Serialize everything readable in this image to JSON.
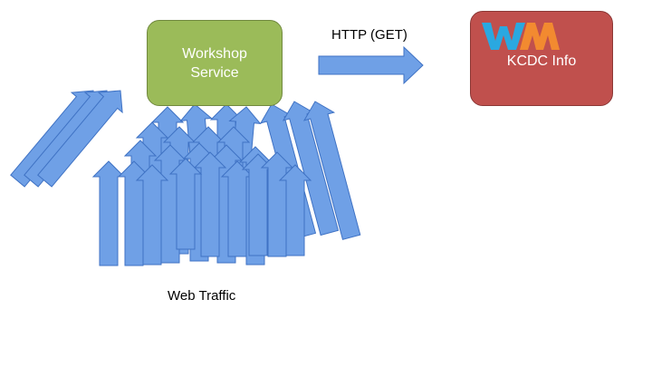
{
  "nodes": {
    "workshop_service": {
      "label": "Workshop\nService",
      "fill": "#9bbb59"
    },
    "kcdc_info": {
      "label": "KCDC Info",
      "fill": "#c0504d",
      "logo_text": "WM"
    }
  },
  "edge": {
    "label": "HTTP (GET)"
  },
  "traffic": {
    "label": "Web Traffic",
    "arrow_fill": "#6fa0e6"
  },
  "colors": {
    "arrow_fill": "#6fa0e6",
    "arrow_stroke": "#3f72c4",
    "logo_blue": "#2aa8e0",
    "logo_orange": "#f28a30"
  }
}
